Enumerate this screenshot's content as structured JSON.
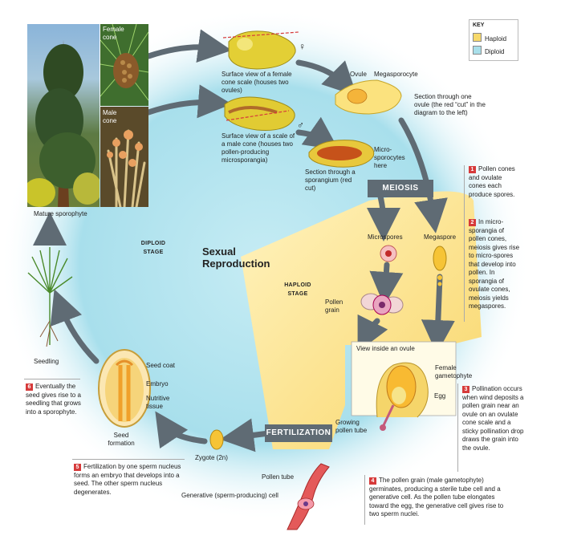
{
  "key": {
    "title": "KEY",
    "items": [
      {
        "label": "Haploid",
        "color": "#f7d96b"
      },
      {
        "label": "Diploid",
        "color": "#a9dfea"
      }
    ]
  },
  "photos": {
    "female_cone": "Female cone",
    "male_cone": "Male cone"
  },
  "labels": {
    "mature_sporophyte": "Mature sporophyte",
    "female_scale": "Surface view of a female cone scale (houses two ovules)",
    "male_scale": "Surface view of a scale of a male cone (houses two pollen-producing microsporangia)",
    "ovule": "Ovule",
    "megasporocyte": "Megasporocyte",
    "section_ovule": "Section through one ovule (the red “cut” in the diagram to the left)",
    "microsporocytes": "Micro-sporocytes here",
    "section_sporangium": "Section through a sporangium (red cut)",
    "microspores": "Microspores",
    "megaspore": "Megaspore",
    "pollen_grain": "Pollen grain",
    "view_ovule": "View inside an ovule",
    "female_gametophyte": "Female gametophyte",
    "egg": "Egg",
    "growing_tube": "Growing pollen tube",
    "zygote": "Zygote (2n)",
    "pollen_tube": "Pollen tube",
    "generative_cell": "Generative (sperm-producing) cell",
    "seed_coat": "Seed coat",
    "embryo": "Embryo",
    "nutritive": "Nutritive tissue",
    "seed_formation": "Seed formation",
    "seedling": "Seedling"
  },
  "symbols": {
    "female": "♀",
    "male": "♂"
  },
  "stages": {
    "diploid": "DIPLOID STAGE",
    "haploid": "HAPLOID STAGE",
    "sexual": "Sexual Reproduction"
  },
  "banners": {
    "meiosis": "MEIOSIS",
    "fertilization": "FERTILIZATION"
  },
  "steps": [
    {
      "n": "1",
      "text": "Pollen cones and ovulate cones each produce spores."
    },
    {
      "n": "2",
      "text": "In micro-sporangia of pollen cones, meiosis gives rise to micro-spores that develop into pollen. In sporangia of ovulate cones, meiosis yields megaspores."
    },
    {
      "n": "3",
      "text": "Pollination occurs when wind deposits a pollen grain near an ovule on an ovulate cone scale and a sticky pollination drop draws the grain into the ovule."
    },
    {
      "n": "4",
      "text": "The pollen grain (male gametophyte) germinates, producing a sterile tube cell and a generative cell. As the pollen tube elongates toward the egg, the generative cell gives rise to two sperm nuclei."
    },
    {
      "n": "5",
      "text": "Fertilization by one sperm nucleus forms an embryo that develops into a seed. The other sperm nucleus degenerates."
    },
    {
      "n": "6",
      "text": "Eventually the seed gives rise to a seedling that grows into a sporophyte."
    }
  ]
}
